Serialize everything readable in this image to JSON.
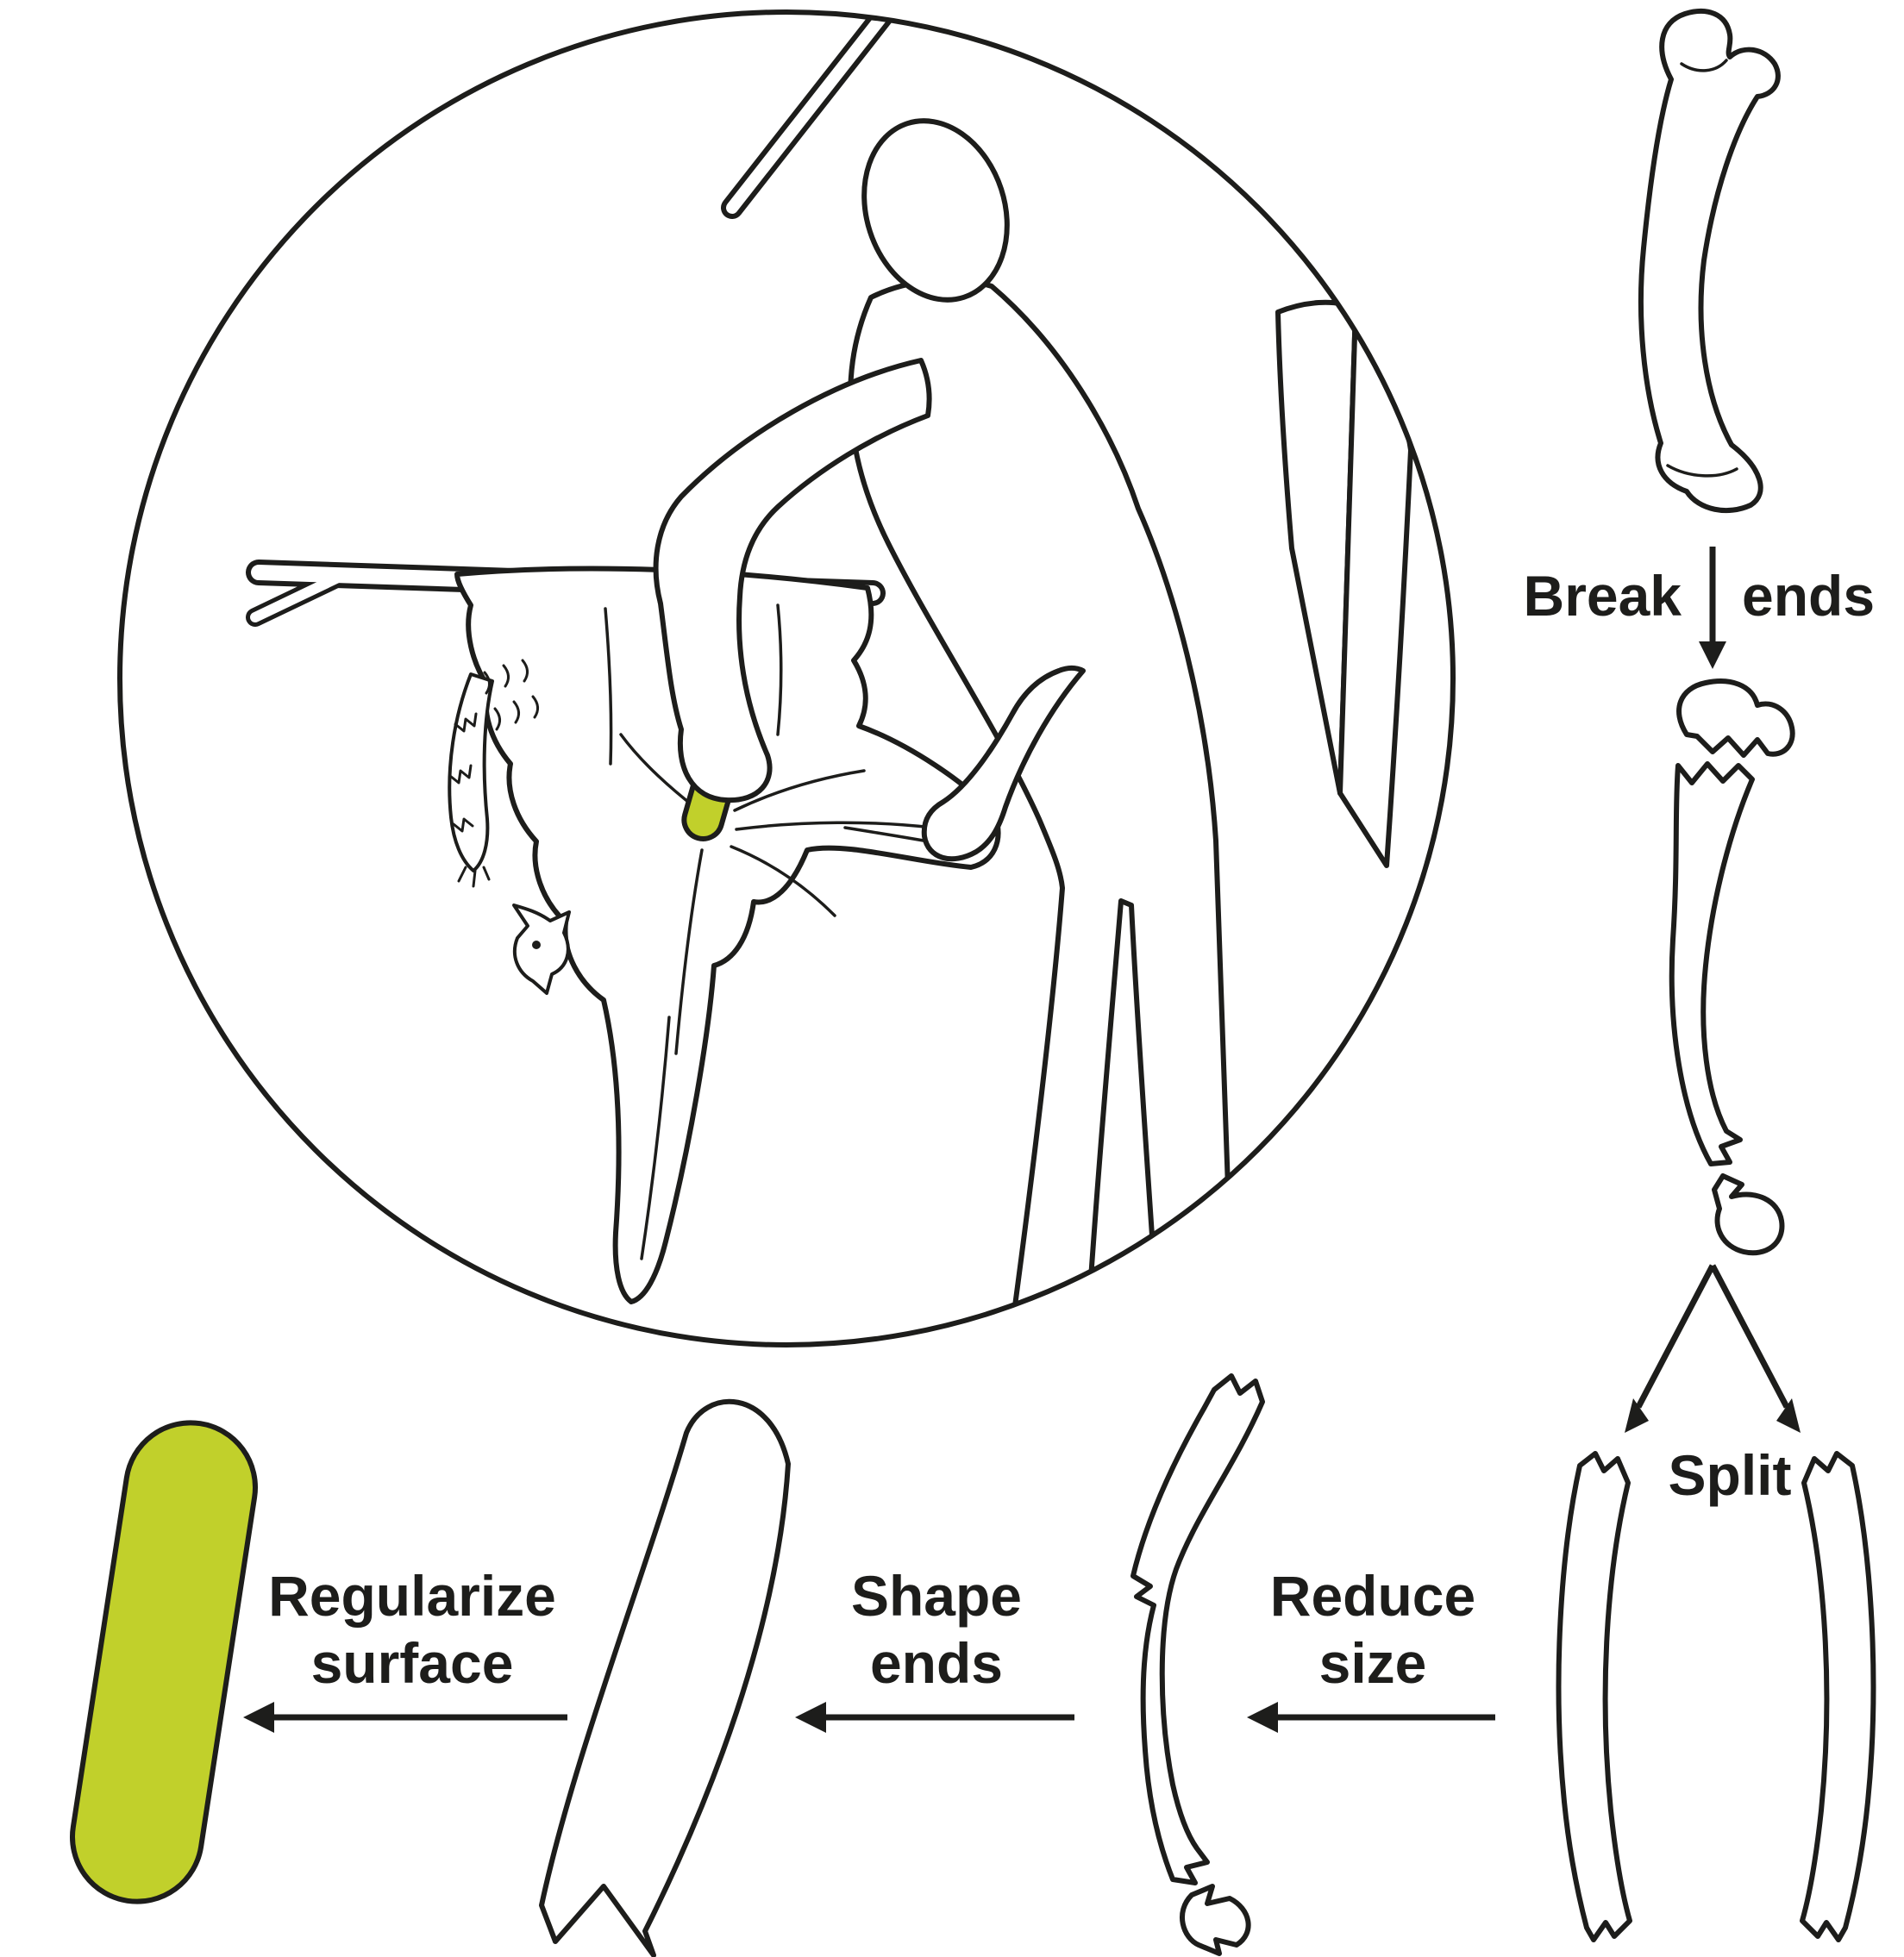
{
  "diagram": {
    "accent_color": "#c1d02b",
    "line_color": "#1d1d1b",
    "labels": {
      "break": {
        "word1": "Break",
        "word2": "ends"
      },
      "split": "Split",
      "reduce": {
        "line1": "Reduce",
        "line2": "size"
      },
      "shape": {
        "line1": "Shape",
        "line2": "ends"
      },
      "regularize": {
        "line1": "Regularize",
        "line2": "surface"
      }
    }
  }
}
